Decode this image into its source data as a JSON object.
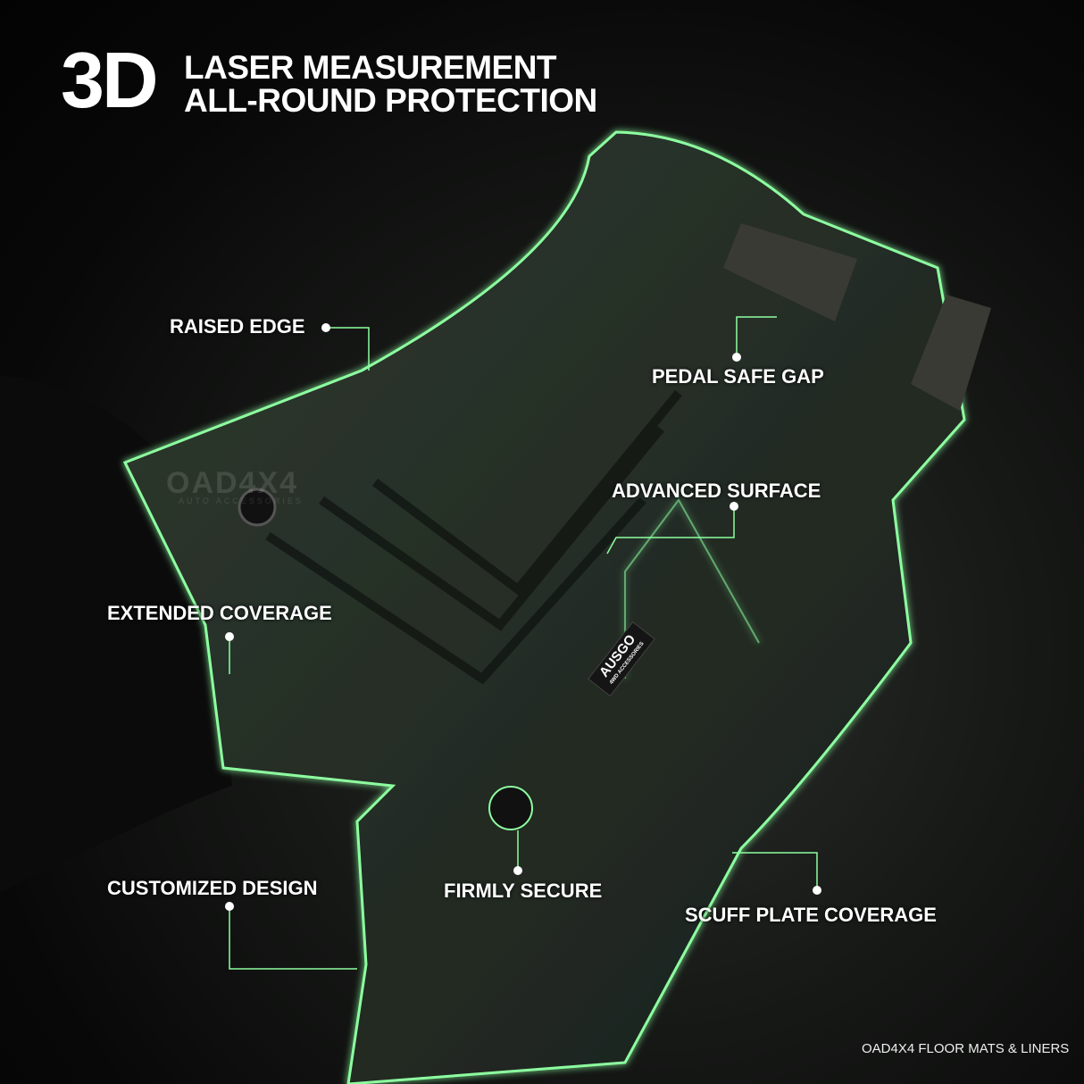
{
  "header": {
    "big": "3D",
    "line1": "LASER MEASUREMENT",
    "line2": "ALL-ROUND PROTECTION"
  },
  "watermark": {
    "brand": "OAD4X4",
    "tagline": "AUTO ACCESSORIES"
  },
  "mat_logo": {
    "brand": "AUSGO",
    "tagline": "4WD ACCESSORIES"
  },
  "labels": {
    "raised_edge": "RAISED EDGE",
    "pedal_safe_gap": "PEDAL SAFE GAP",
    "advanced_surface": "ADVANCED SURFACE",
    "extended_coverage": "EXTENDED COVERAGE",
    "customized_design": "CUSTOMIZED DESIGN",
    "firmly_secure": "FIRMLY SECURE",
    "scuff_plate_coverage": "SCUFF PLATE COVERAGE"
  },
  "footer": "OAD4X4 FLOOR MATS & LINERS",
  "colors": {
    "accent_glow": "#7dff8a",
    "background": "#0a0a0a"
  }
}
